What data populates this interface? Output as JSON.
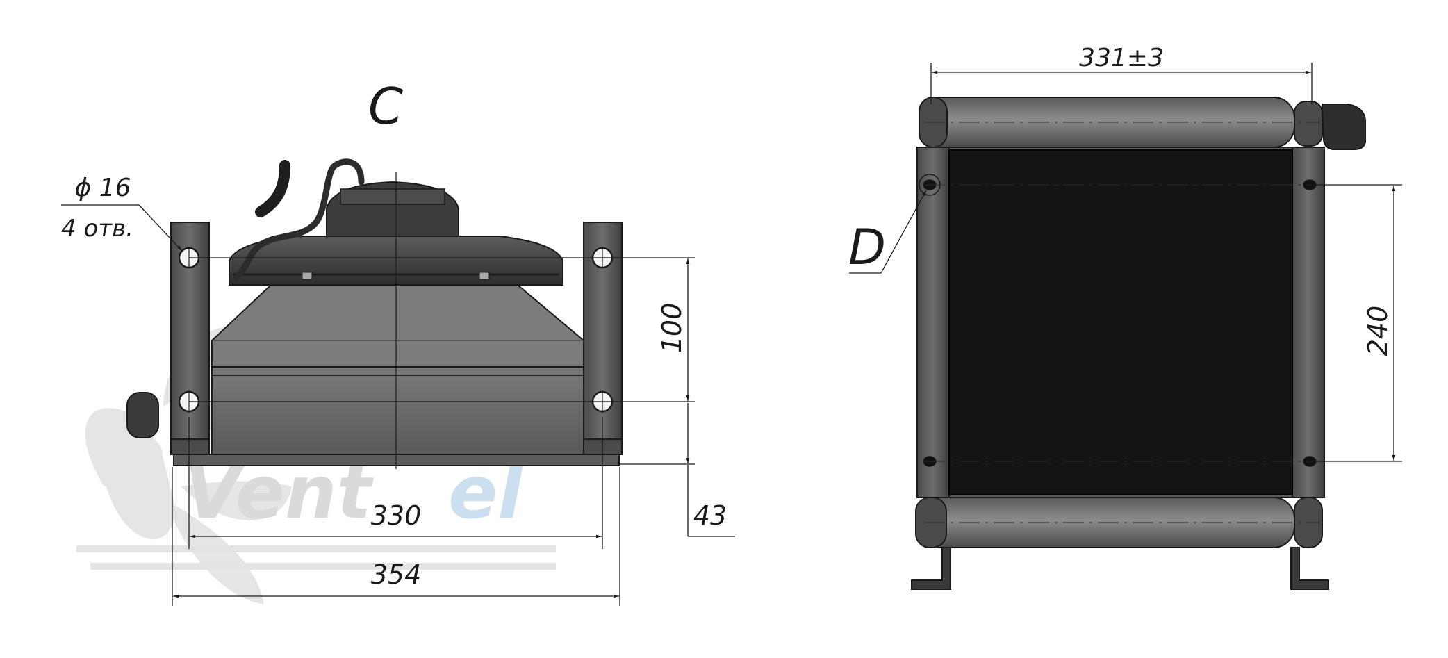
{
  "watermark": {
    "part1": "Vent",
    "part2": "el",
    "color1": "#d6d6d6",
    "color2": "#c7dcef"
  },
  "left_view": {
    "view_label": "C",
    "hole_diameter": "ϕ 16",
    "hole_count": "4 отв.",
    "dim_hole_spacing_vertical": "100",
    "dim_depth": "43",
    "dim_inner_width": "330",
    "dim_overall_width": "354"
  },
  "right_view": {
    "view_label": "D",
    "dim_width": "331±3",
    "dim_hole_spacing_vertical": "240"
  },
  "colors": {
    "line": "#1a1a1a",
    "body_dark": "#3d3d3d",
    "body_mid": "#686868",
    "body_light": "#8a8a8a",
    "core": "#141414"
  }
}
